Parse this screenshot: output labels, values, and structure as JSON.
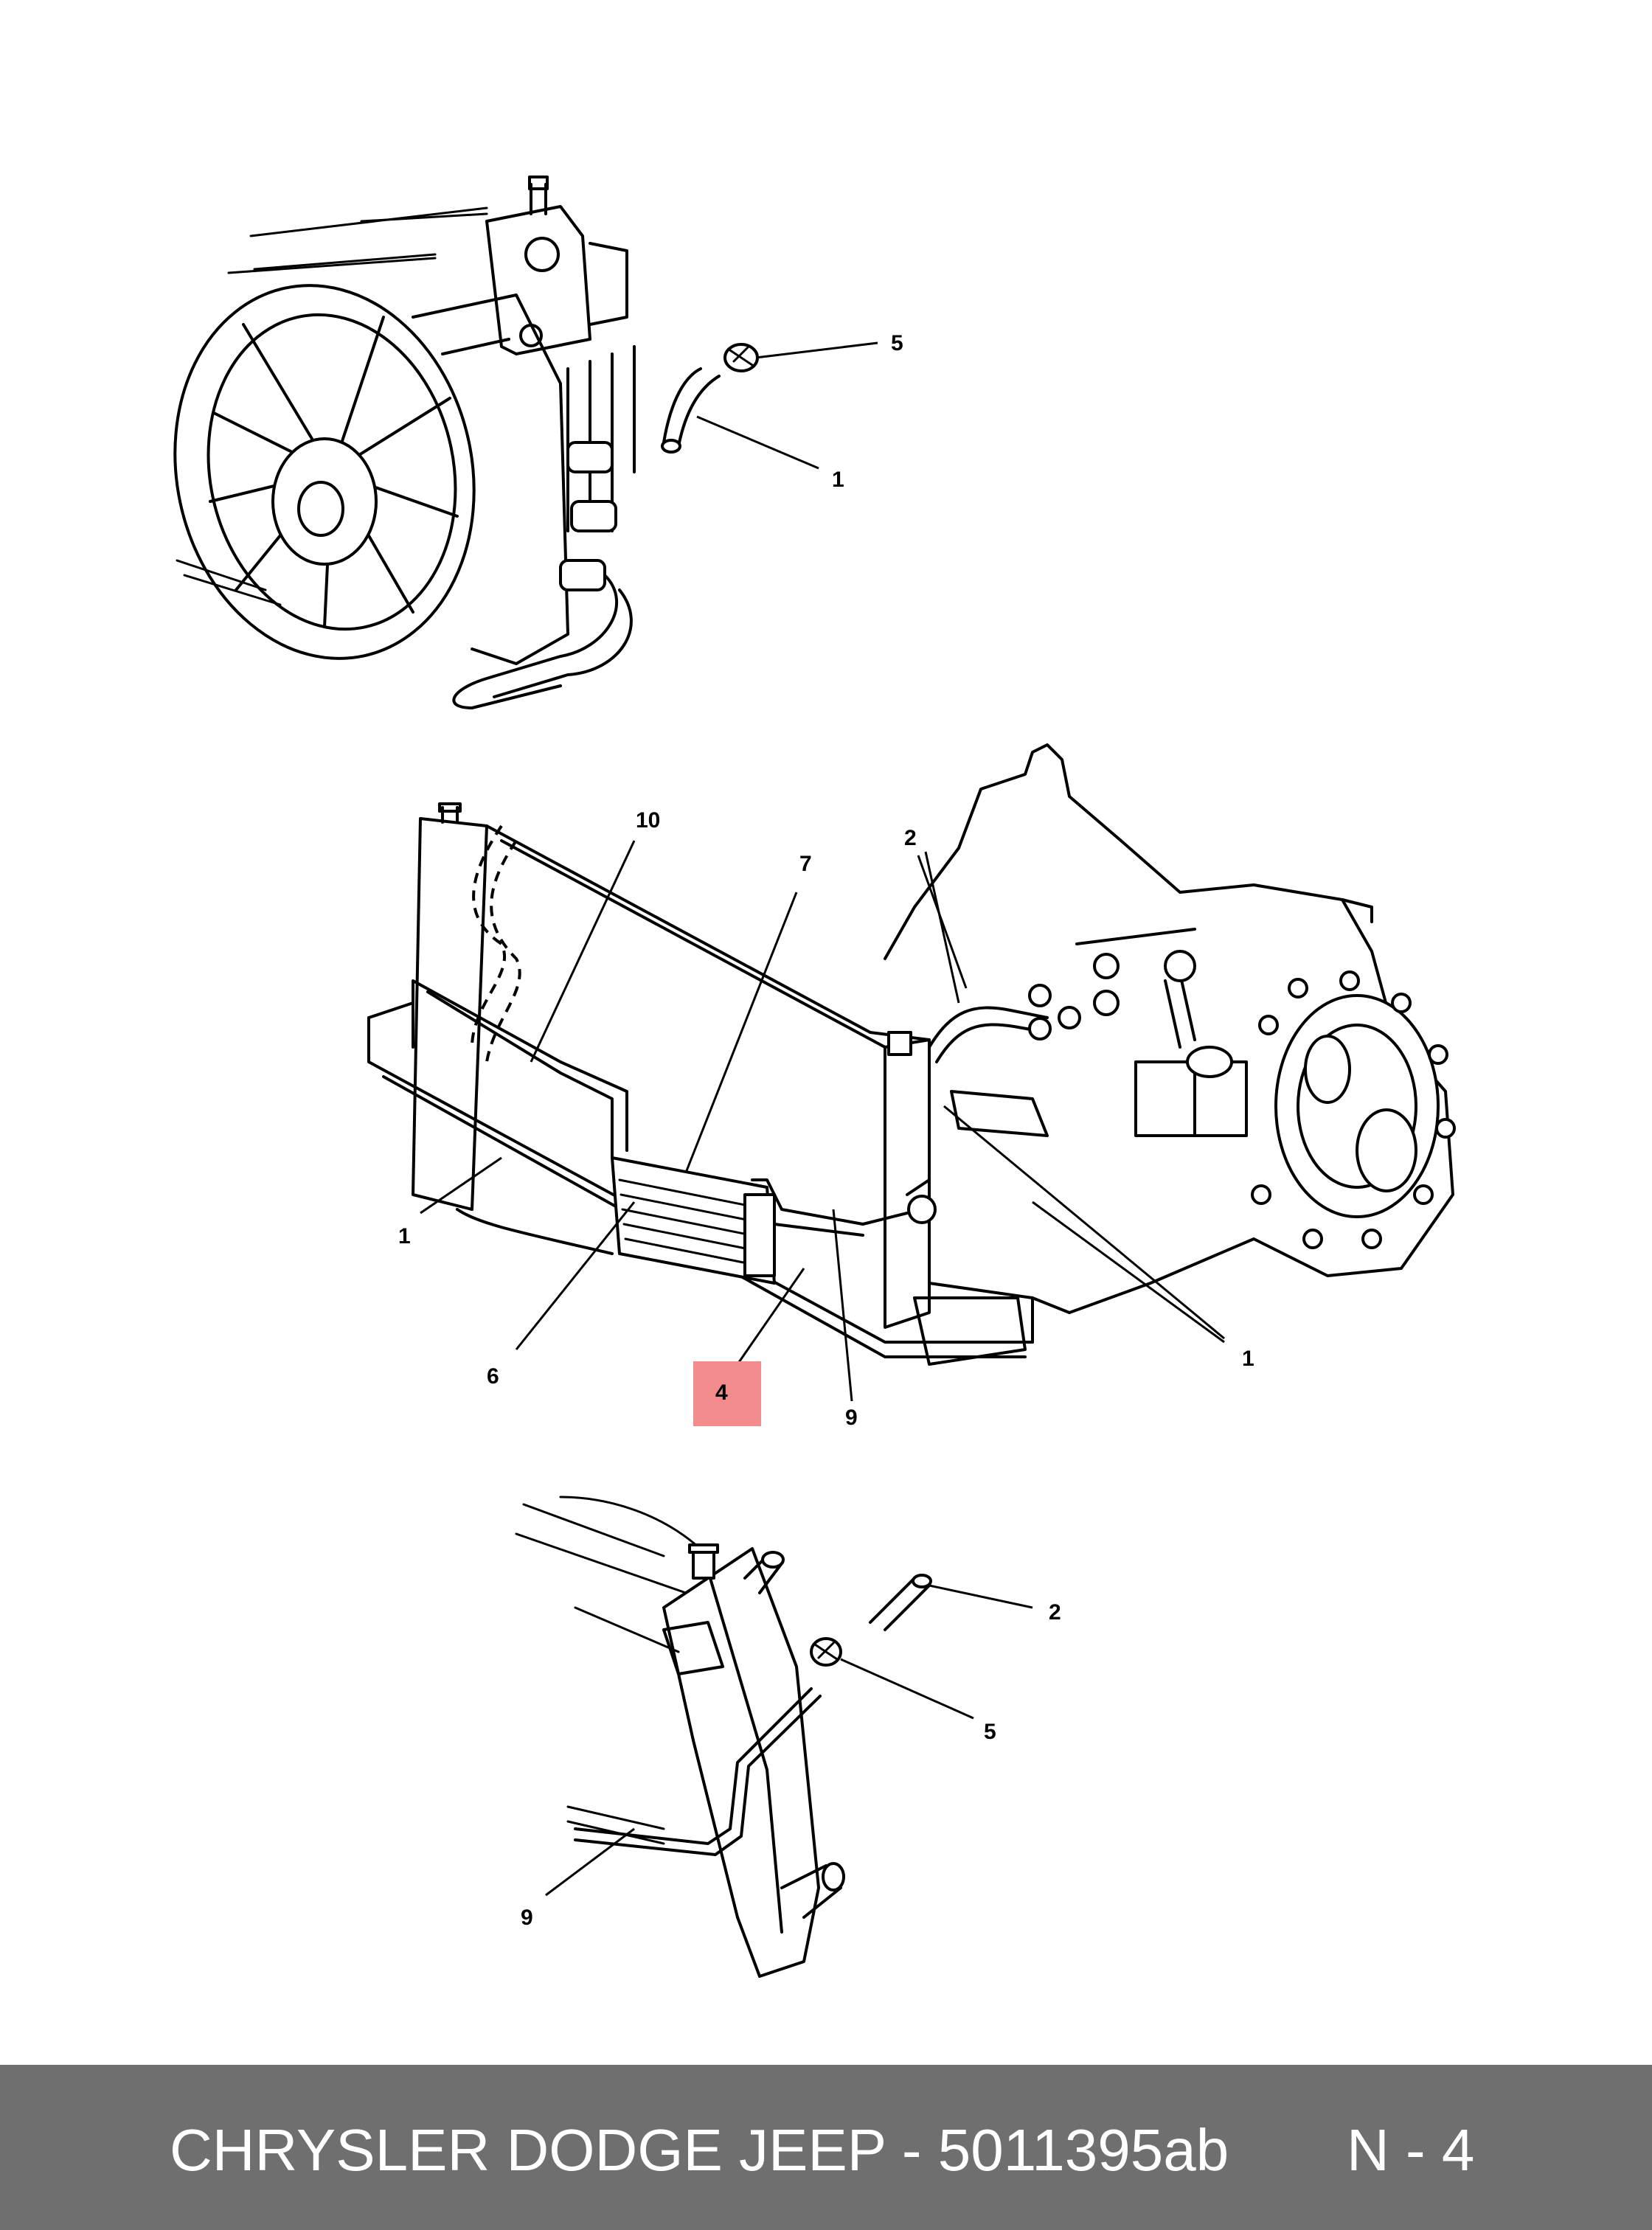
{
  "diagram": {
    "top_view": {
      "callouts": [
        "5",
        "1"
      ]
    },
    "middle_view": {
      "callouts": [
        "10",
        "7",
        "2",
        "1",
        "6",
        "4",
        "9",
        "1"
      ],
      "highlighted_callout": "4",
      "highlight_color": "#f28b8b"
    },
    "bottom_view": {
      "callouts": [
        "2",
        "5",
        "9"
      ]
    }
  },
  "footer": {
    "text": "CHRYSLER DODGE JEEP - 5011395ab",
    "code": "N - 4",
    "background": "#6f6f6f",
    "text_color": "#ffffff"
  }
}
